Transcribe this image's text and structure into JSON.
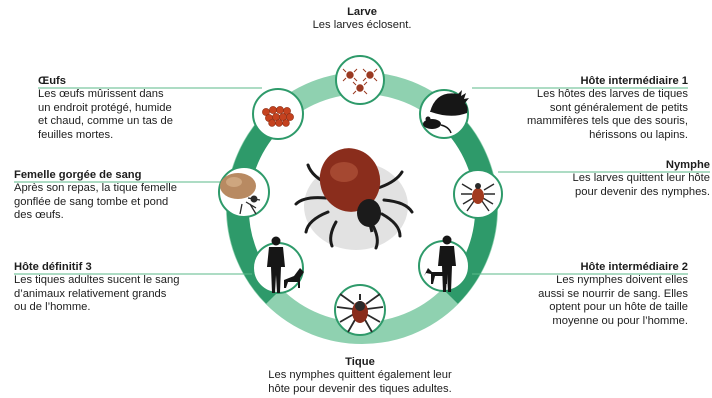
{
  "colors": {
    "ring_light": "#8fd1b0",
    "ring_dark": "#2e9a6a",
    "leader": "#5bb98a",
    "tick_body": "#8a2d1c",
    "silhouette": "#161616"
  },
  "stages": {
    "larve": {
      "title": "Larve",
      "text": "Les larves éclosent."
    },
    "hote1": {
      "title": "Hôte intermédiaire 1",
      "text": "Les hôtes des larves de tiques\nsont généralement de petits\nmammifères tels que des souris,\nhérissons ou lapins."
    },
    "nymphe": {
      "title": "Nymphe",
      "text": "Les larves quittent leur hôte\npour devenir des nymphes."
    },
    "hote2": {
      "title": "Hôte intermédiaire 2",
      "text": "Les nymphes doivent elles\naussi se nourrir de sang. Elles\noptent pour un hôte de taille\nmoyenne ou pour l’homme."
    },
    "tique": {
      "title": "Tique",
      "text": "Les nymphes quittent également leur\nhôte pour devenir des tiques adultes."
    },
    "hote3": {
      "title": "Hôte définitif 3",
      "text": "Les tiques adultes sucent le sang\nd’animaux relativement grands\nou de l’homme."
    },
    "femelle": {
      "title": "Femelle gorgée de sang",
      "text": "Après son repas, la tique femelle\ngonflée de sang tombe et pond\ndes œufs."
    },
    "oeufs": {
      "title": "Œufs",
      "text": "Les œufs mûrissent dans\nun endroit protégé, humide\net chaud, comme un tas de\nfeuilles mortes."
    }
  },
  "icons": {
    "larve": "tick-larvae-icon",
    "hote1": "hedgehog-mouse-icon",
    "nymphe": "nymph-tick-icon",
    "hote2": "human-dog-icon",
    "tique": "adult-tick-icon",
    "hote3": "human-dog-icon",
    "femelle": "engorged-tick-icon",
    "oeufs": "eggs-icon",
    "center": "engorged-tick-icon"
  }
}
